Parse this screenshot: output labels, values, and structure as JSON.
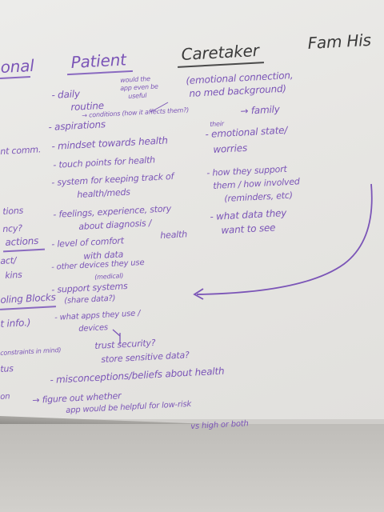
{
  "headers": {
    "left_cut": "onal",
    "patient": "Patient",
    "caretaker": "Caretaker",
    "fam_his": "Fam His"
  },
  "left_column": [
    "nt comm.",
    "tions",
    "ncy?",
    "actions",
    "act/",
    "kins",
    "oling Blocks",
    "t info.)",
    "constraints in mind)",
    "tus",
    "on"
  ],
  "patient": {
    "daily": "- daily",
    "routine": "routine",
    "note1": "would the",
    "note2": "app even be",
    "note3": "useful",
    "conditions": "→ conditions (how it affects them?)",
    "aspirations": "- aspirations",
    "mindset": "- mindset towards health",
    "touch": "- touch points for health",
    "system1": "- system for keeping track of",
    "system2": "health/meds",
    "feelings1": "- feelings, experience, story",
    "feelings2": "about diagnosis /",
    "feelings3": "health",
    "comfort1": "- level of comfort",
    "comfort2": "with data",
    "devices1": "- other devices they use",
    "devices2": "(medical)",
    "support1": "- support systems",
    "support2": "(share data?)",
    "apps1": "- what apps they use /",
    "apps2": "devices",
    "trust": "trust security?",
    "store": "store sensitive data?",
    "misconceptions": "- misconceptions/beliefs about health",
    "figure": "→ figure out whether",
    "app1": "app would be helpful for low-risk",
    "app2": "vs high or both"
  },
  "caretaker": {
    "emo1": "(emotional connection,",
    "emo2": "no med background)",
    "family": "→ family",
    "their": "their",
    "state1": "- emotional state/",
    "state2": "worries",
    "support1": "- how they support",
    "support2": "them / how involved",
    "support3": "(reminders, etc)",
    "data1": "- what data they",
    "data2": "want to see"
  }
}
